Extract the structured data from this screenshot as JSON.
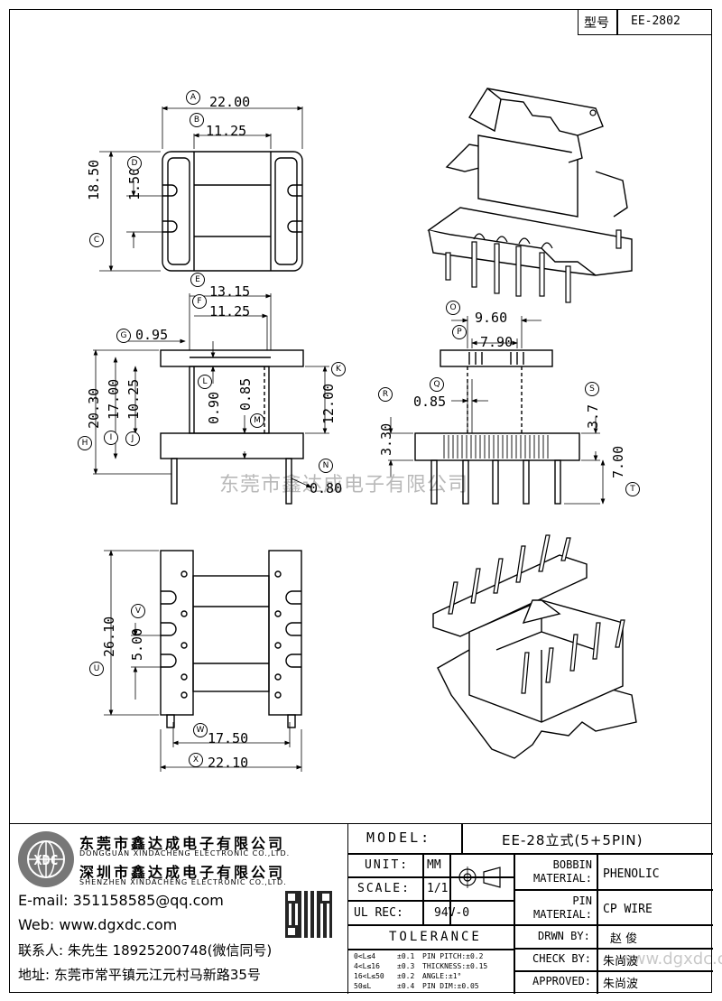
{
  "header": {
    "model_label": "型号",
    "model_value": "EE-2802"
  },
  "dimensions": {
    "A": "22.00",
    "B": "11.25",
    "C": "18.50",
    "D": "1.50",
    "E": "13.15",
    "F": "11.25",
    "G": "0.95",
    "H": "20.30",
    "I": "17.00",
    "J": "10.25",
    "K": "12.00",
    "L": "0.90",
    "M": "0.85",
    "N": "0.80",
    "O": "9.60",
    "P": "7.90",
    "Q": "0.85",
    "R": "3.30",
    "S": "3.7",
    "T": "7.00",
    "U": "26.10",
    "V": "5.00",
    "W": "17.50",
    "X": "22.10"
  },
  "markers": [
    "A",
    "B",
    "C",
    "D",
    "E",
    "F",
    "G",
    "H",
    "I",
    "J",
    "K",
    "L",
    "M",
    "N",
    "O",
    "P",
    "Q",
    "R",
    "S",
    "T",
    "U",
    "V",
    "W",
    "X"
  ],
  "watermark": "东莞市鑫达成电子有限公司",
  "company": {
    "name_cn_1": "东莞市鑫达成电子有限公司",
    "name_en_1": "DONGGUAN XINDACHENG ELECTRONIC CO.,LTD.",
    "name_cn_2": "深圳市鑫达成电子有限公司",
    "name_en_2": "SHENZHEN XINDACHENG ELECTRONIC CO.,LTD.",
    "email": "E-mail: 351158585@qq.com",
    "web": "Web: www.dgxdc.com",
    "contact": "联系人: 朱先生 18925200748(微信同号)",
    "address": "地址: 东莞市常平镇元江元村马新路35号"
  },
  "title_block": {
    "model_label": "MODEL:",
    "model_value": "EE-28立式(5+5PIN)",
    "unit_label": "UNIT:",
    "unit_value": "MM",
    "scale_label": "SCALE:",
    "scale_value": "1/1",
    "ulrec_label": "UL REC:",
    "ulrec_value": "94V-0",
    "tolerance_label": "TOLERANCE",
    "bobbin_label_1": "BOBBIN",
    "bobbin_label_2": "MATERIAL:",
    "bobbin_value": "PHENOLIC",
    "pin_label_1": "PIN",
    "pin_label_2": "MATERIAL:",
    "pin_value": "CP WIRE",
    "drawn_label": "DRWN BY:",
    "drawn_value": "赵 俊",
    "check_label": "CHECK BY:",
    "check_value": "朱尚波",
    "approved_label": "APPROVED:",
    "approved_value": "朱尚波",
    "tol_rows": [
      {
        "range": "0<L≤4",
        "tol": "±0.1",
        "item": "PIN PITCH:±0.2"
      },
      {
        "range": "4<L≤16",
        "tol": "±0.3",
        "item": "THICKNESS:±0.15"
      },
      {
        "range": "16<L≤50",
        "tol": "±0.2",
        "item": "ANGLE:±1°"
      },
      {
        "range": "50≤L",
        "tol": "±0.4",
        "item": "PIN DIM:±0.05"
      }
    ],
    "site_watermark": "www.dgxdc.com"
  }
}
